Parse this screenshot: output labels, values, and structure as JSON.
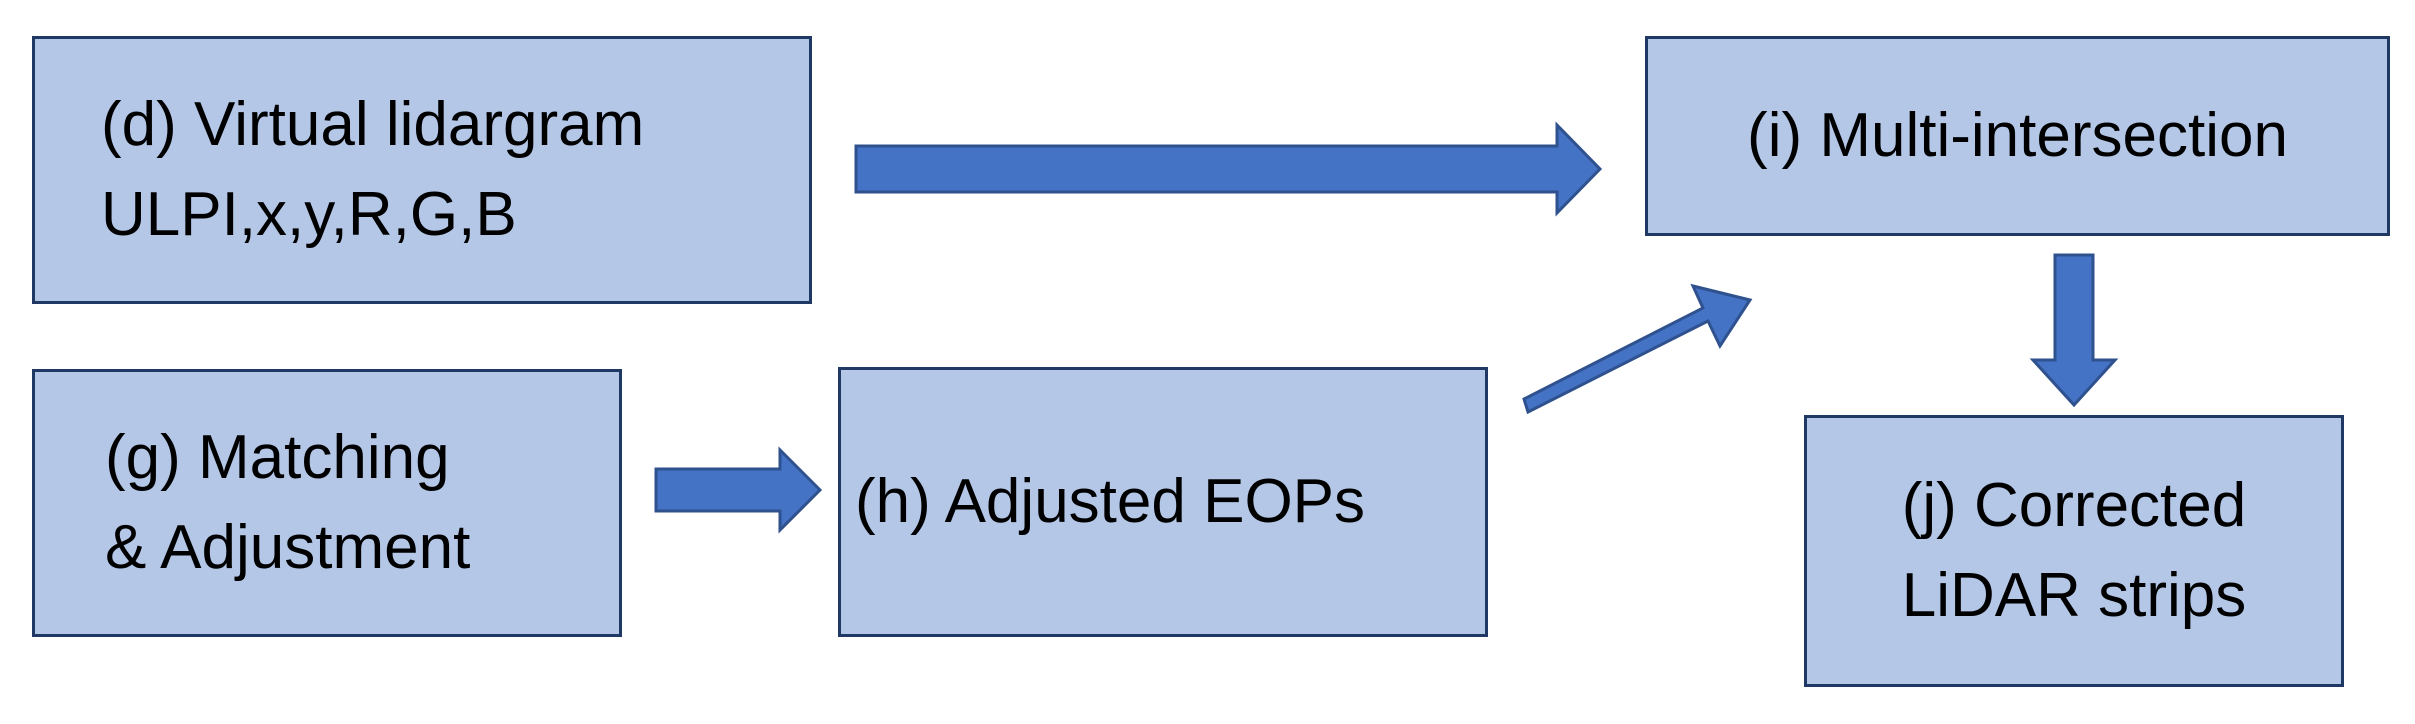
{
  "diagram": {
    "nodes": [
      {
        "id": "d",
        "lines": [
          "(d) Virtual lidargram",
          "ULPI,x,y,R,G,B"
        ]
      },
      {
        "id": "g",
        "lines": [
          "(g) Matching",
          "& Adjustment"
        ]
      },
      {
        "id": "h",
        "lines": [
          "(h) Adjusted EOPs"
        ]
      },
      {
        "id": "i",
        "lines": [
          "(i) Multi-intersection"
        ]
      },
      {
        "id": "j",
        "lines": [
          "(j) Corrected",
          "LiDAR strips"
        ]
      }
    ],
    "edges": [
      {
        "from": "d",
        "to": "i"
      },
      {
        "from": "g",
        "to": "h"
      },
      {
        "from": "h",
        "to": "i"
      },
      {
        "from": "i",
        "to": "j"
      }
    ],
    "colors": {
      "box_fill": "#b4c7e7",
      "box_border": "#1f3864",
      "arrow_fill": "#4472c4",
      "arrow_border": "#2f528f"
    }
  }
}
